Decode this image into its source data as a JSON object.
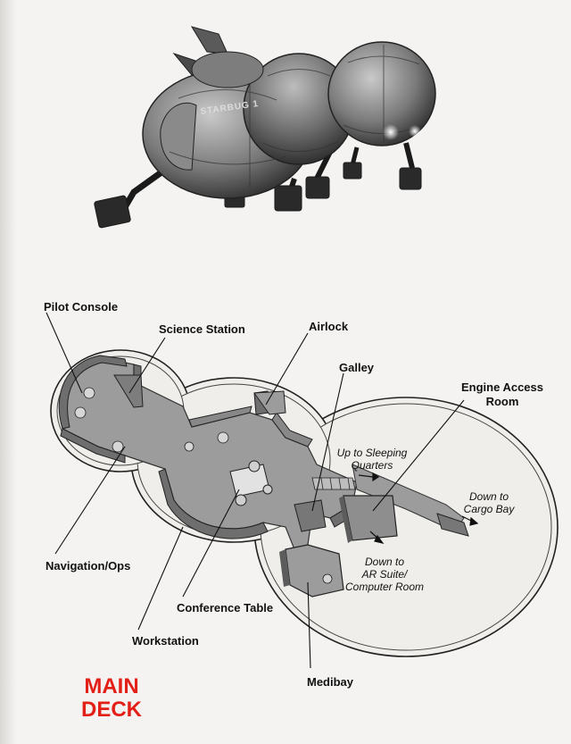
{
  "ship": {
    "hull_text": "STARBUG 1"
  },
  "labels": {
    "pilot_console": "Pilot Console",
    "science_station": "Science Station",
    "airlock": "Airlock",
    "galley": "Galley",
    "engine_access_line1": "Engine Access",
    "engine_access_line2": "Room",
    "navigation_ops": "Navigation/Ops",
    "conference_table": "Conference Table",
    "workstation": "Workstation",
    "medibay": "Medibay"
  },
  "notes": {
    "up_sleeping_line1": "Up to Sleeping",
    "up_sleeping_line2": "Quarters",
    "down_cargo_line1": "Down to",
    "down_cargo_line2": "Cargo Bay",
    "down_ar_line1": "Down to",
    "down_ar_line2": "AR Suite/",
    "down_ar_line3": "Computer Room"
  },
  "deck_title": {
    "line1": "MAIN",
    "line2": "DECK"
  },
  "colors": {
    "deck_title": "#e32018",
    "floor": "#9c9c9c",
    "wall": "#6e6e6e"
  }
}
